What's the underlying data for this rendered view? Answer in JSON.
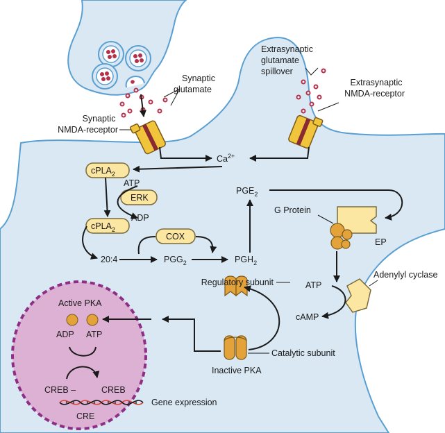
{
  "labels": {
    "extrasynaptic_spillover": [
      "Extrasynaptic",
      "glutamate",
      "spillover"
    ],
    "extrasynaptic_receptor": [
      "Extrasynaptic",
      "NMDA-receptor"
    ],
    "synaptic_glutamate": [
      "Synaptic",
      "glutamate"
    ],
    "synaptic_receptor": [
      "Synaptic",
      "NMDA-receptor"
    ],
    "calcium": "Ca",
    "calcium_charge": "2+",
    "cpla2_base": "cPLA",
    "cpla2_sub": "2",
    "atp": "ATP",
    "erk": "ERK",
    "adp": "ADP",
    "cox": "COX",
    "aa": "20:4",
    "pgg_base": "PGG",
    "pgg_sub": "2",
    "pgh_base": "PGH",
    "pgh_sub": "2",
    "pge_base": "PGE",
    "pge_sub": "2",
    "g_protein": "G Protein",
    "ep": "EP",
    "atp_right": "ATP",
    "adenylyl_cyclase": "Adenylyl cyclase",
    "camp": "cAMP",
    "regulatory_subunit": "Regulatory subunit",
    "catalytic_subunit": "Catalytic subunit",
    "inactive_pka": "Inactive PKA",
    "active_pka": "Active PKA",
    "nucleus_adp": "ADP",
    "nucleus_atp": "ATP",
    "creb_left": "CREB –",
    "creb_right": "CREB",
    "cre": "CRE",
    "gene_expression": "Gene expression"
  },
  "colors": {
    "cell_fill": "#d9e8f3",
    "cell_stroke": "#5a9fd1",
    "vesicle_dot": "#b5304a",
    "enzyme_fill": "#fbe6a2",
    "enzyme_stroke": "#7a6a3a",
    "receptor_fill": "#f0c53c",
    "receptor_band": "#8a2a32",
    "nucleus_fill": "#ddb1d3",
    "nucleus_stroke": "#8e2f86",
    "pka_fill": "#e3a33a"
  }
}
